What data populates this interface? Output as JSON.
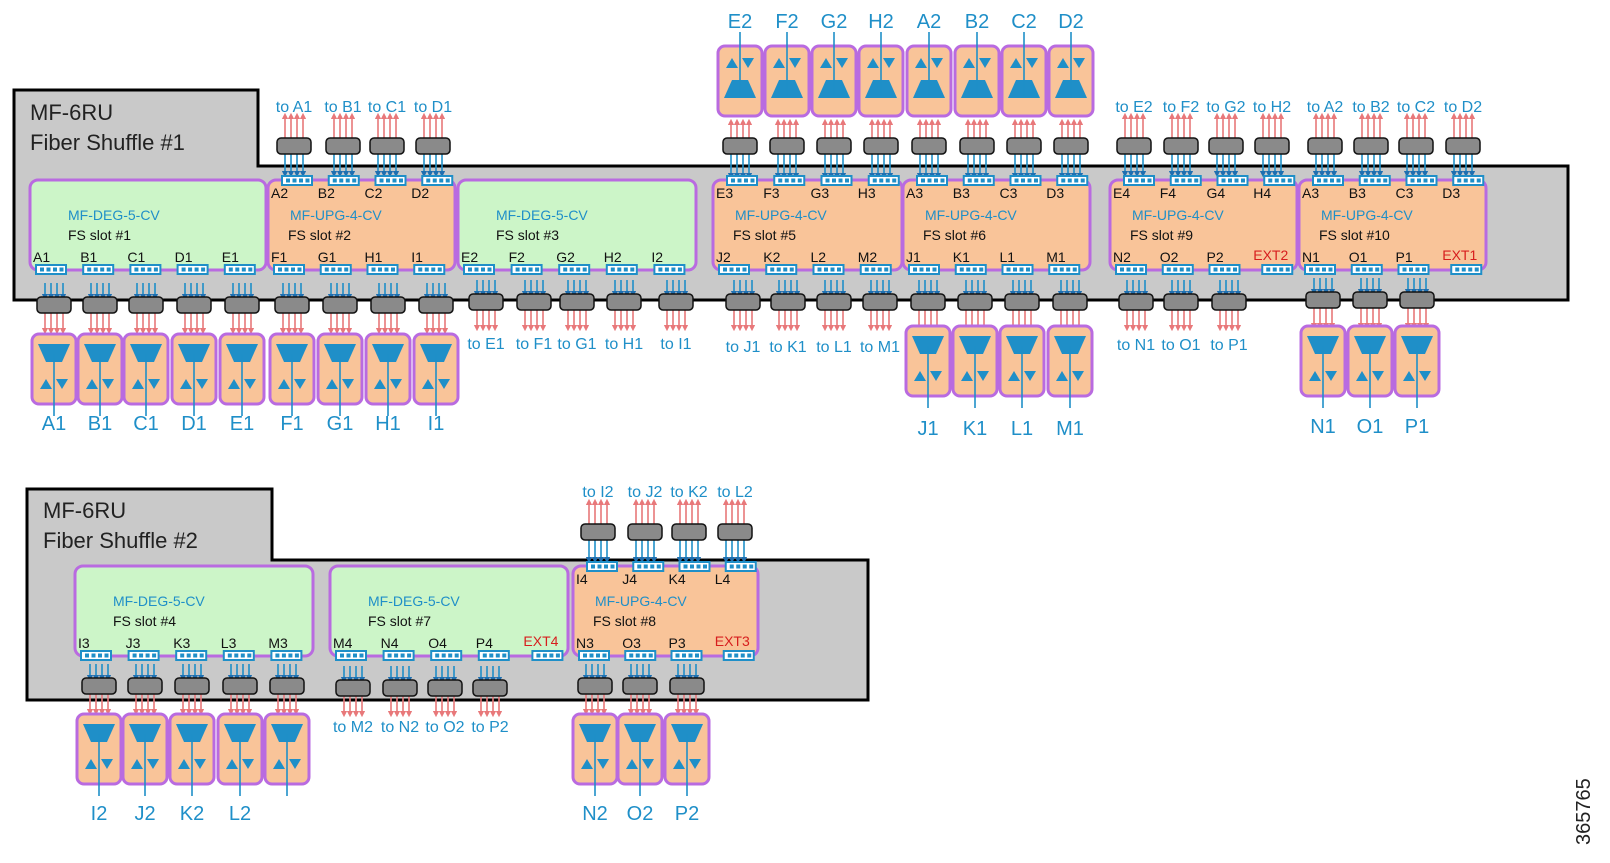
{
  "shuffle1": {
    "title_line1": "MF-6RU",
    "title_line2": "Fiber Shuffle #1",
    "modules": [
      {
        "type": "MF-DEG-5-CV",
        "slot": "FS slot #1",
        "kind": "deg",
        "top_ports": [],
        "bottom_ports": [
          "A1",
          "B1",
          "C1",
          "D1",
          "E1"
        ],
        "ext": ""
      },
      {
        "type": "MF-UPG-4-CV",
        "slot": "FS slot #2",
        "kind": "upg",
        "top_ports": [
          "A2",
          "B2",
          "C2",
          "D2"
        ],
        "bottom_ports": [
          "F1",
          "G1",
          "H1",
          "I1"
        ],
        "ext": ""
      },
      {
        "type": "MF-DEG-5-CV",
        "slot": "FS slot #3",
        "kind": "deg",
        "top_ports": [],
        "bottom_ports": [
          "E2",
          "F2",
          "G2",
          "H2",
          "I2"
        ],
        "ext": ""
      },
      {
        "type": "MF-UPG-4-CV",
        "slot": "FS slot #5",
        "kind": "upg",
        "top_ports": [
          "E3",
          "F3",
          "G3",
          "H3"
        ],
        "bottom_ports": [
          "J2",
          "K2",
          "L2",
          "M2"
        ],
        "ext": ""
      },
      {
        "type": "MF-UPG-4-CV",
        "slot": "FS slot #6",
        "kind": "upg",
        "top_ports": [
          "A3",
          "B3",
          "C3",
          "D3"
        ],
        "bottom_ports": [
          "J1",
          "K1",
          "L1",
          "M1"
        ],
        "ext": ""
      },
      {
        "type": "MF-UPG-4-CV",
        "slot": "FS slot #9",
        "kind": "upg",
        "top_ports": [
          "E4",
          "F4",
          "G4",
          "H4"
        ],
        "bottom_ports": [
          "N2",
          "O2",
          "P2"
        ],
        "ext": "EXT2"
      },
      {
        "type": "MF-UPG-4-CV",
        "slot": "FS slot #10",
        "kind": "upg",
        "top_ports": [
          "A3",
          "B3",
          "C3",
          "D3"
        ],
        "bottom_ports": [
          "N1",
          "O1",
          "P1"
        ],
        "ext": "EXT1"
      }
    ],
    "top_to_labels_a": [
      "to A1",
      "to B1",
      "to C1",
      "to D1"
    ],
    "top_to_labels_b": [
      "to E2",
      "to F2",
      "to G2",
      "to H2"
    ],
    "top_to_labels_c": [
      "to A2",
      "to B2",
      "to C2",
      "to D2"
    ],
    "top_devices": [
      "E2",
      "F2",
      "G2",
      "H2",
      "A2",
      "B2",
      "C2",
      "D2"
    ],
    "bottom_to_labels_a": [
      "to E1",
      "to F1",
      "to G1",
      "to H1",
      "to I1"
    ],
    "bottom_to_labels_b": [
      "to J1",
      "to K1",
      "to L1",
      "to M1"
    ],
    "bottom_to_labels_c": [
      "to N1",
      "to O1",
      "to P1"
    ],
    "bottom_devices_a": [
      "A1",
      "B1",
      "C1",
      "D1",
      "E1",
      "F1",
      "G1",
      "H1",
      "I1"
    ],
    "bottom_devices_b": [
      "J1",
      "K1",
      "L1",
      "M1"
    ],
    "bottom_devices_c": [
      "N1",
      "O1",
      "P1"
    ]
  },
  "shuffle2": {
    "title_line1": "MF-6RU",
    "title_line2": "Fiber Shuffle #2",
    "modules": [
      {
        "type": "MF-DEG-5-CV",
        "slot": "FS slot #4",
        "kind": "deg",
        "top_ports": [],
        "bottom_ports": [
          "I3",
          "J3",
          "K3",
          "L3",
          "M3"
        ],
        "ext": ""
      },
      {
        "type": "MF-DEG-5-CV",
        "slot": "FS slot #7",
        "kind": "deg",
        "top_ports": [],
        "bottom_ports": [
          "M4",
          "N4",
          "O4",
          "P4"
        ],
        "ext": "EXT4"
      },
      {
        "type": "MF-UPG-4-CV",
        "slot": "FS slot #8",
        "kind": "upg",
        "top_ports": [
          "I4",
          "J4",
          "K4",
          "L4"
        ],
        "bottom_ports": [
          "N3",
          "O3",
          "P3"
        ],
        "ext": "EXT3"
      }
    ],
    "top_to_labels": [
      "to I2",
      "to J2",
      "to K2",
      "to L2"
    ],
    "bottom_to_labels": [
      "to M2",
      "to N2",
      "to O2",
      "to P2"
    ],
    "bottom_devices_a": [
      "I2",
      "J2",
      "K2",
      "L2"
    ],
    "bottom_devices_b": [
      "N2",
      "O2",
      "P2"
    ]
  },
  "figure_id": "365765",
  "colors": {
    "chassis": "#c9c9c9",
    "deg_module": "#ccf5c8",
    "upg_module": "#f9c499",
    "module_border": "#b96be0",
    "accent_blue": "#1f8fc8",
    "fiber_red": "#e8787a",
    "ext_red": "#d71e1e",
    "connector": "#8a8a8a"
  }
}
